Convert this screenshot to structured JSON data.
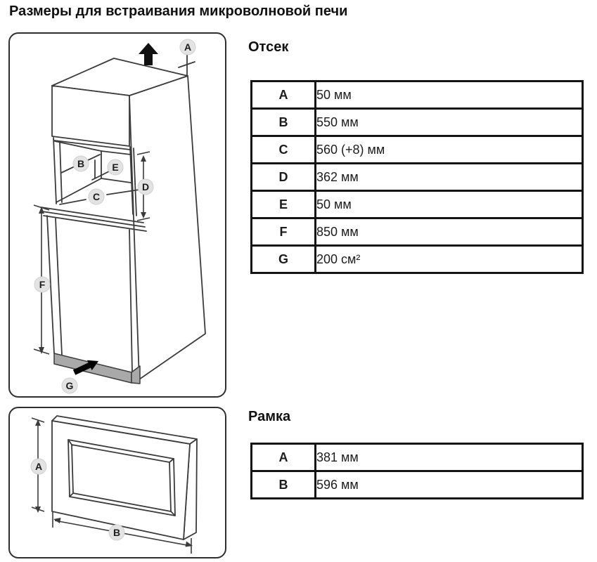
{
  "title": "Размеры для встраивания микроволновой печи",
  "compartment_section": {
    "heading": "Отсек",
    "rows": [
      {
        "label": "A",
        "value": "50 мм"
      },
      {
        "label": "B",
        "value": "550 мм"
      },
      {
        "label": "C",
        "value": "560 (+8) мм"
      },
      {
        "label": "D",
        "value": "362 мм"
      },
      {
        "label": "E",
        "value": "50 мм"
      },
      {
        "label": "F",
        "value": "850 мм"
      },
      {
        "label": "G",
        "value": "200 см²"
      }
    ]
  },
  "frame_section": {
    "heading": "Рамка",
    "rows": [
      {
        "label": "A",
        "value": "381 мм"
      },
      {
        "label": "B",
        "value": "596 мм"
      }
    ]
  },
  "cabinet_diagram": {
    "labels": {
      "a": "A",
      "b": "B",
      "c": "C",
      "d": "D",
      "e": "E",
      "f": "F",
      "g": "G"
    }
  },
  "frame_diagram": {
    "labels": {
      "a": "A",
      "b": "B"
    }
  },
  "colors": {
    "diagram_line": "#3b3b3b",
    "table_border": "#141414",
    "vent_strip_fill": "#a9a9a9",
    "label_bubble_fill": "#e3e3e3",
    "arrow_fill": "#111111",
    "text": "#1a1a1a"
  }
}
